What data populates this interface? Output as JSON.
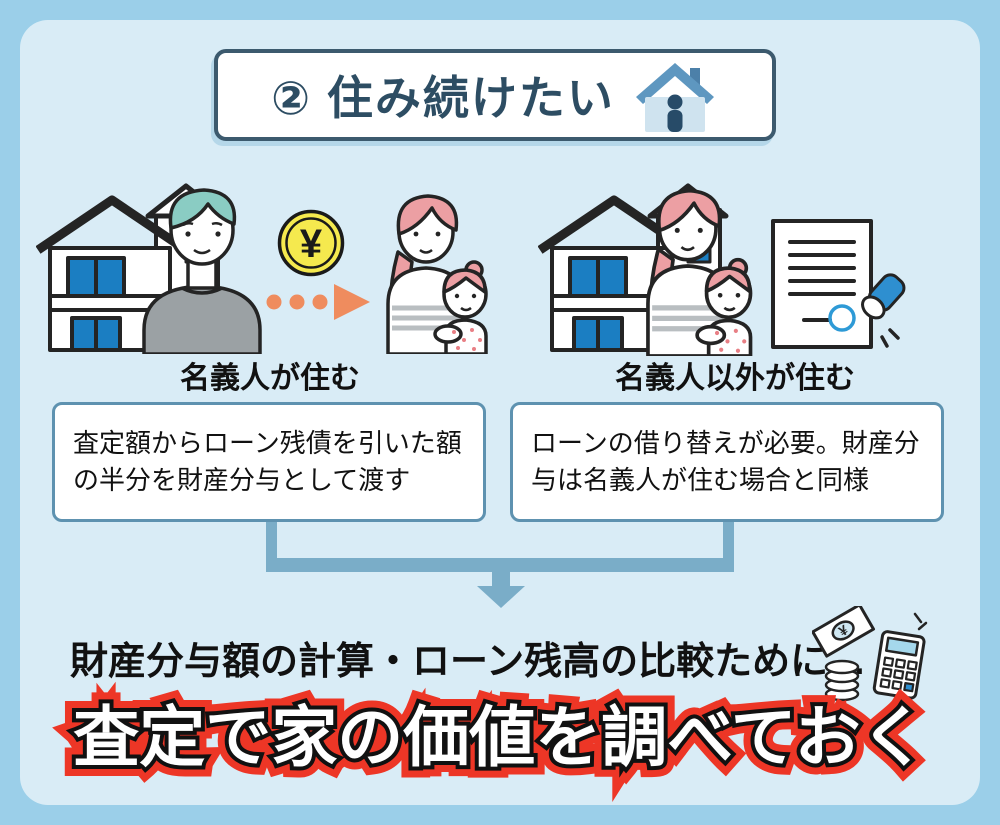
{
  "header": {
    "title": "② 住み続けたい"
  },
  "scenarios": [
    {
      "caption": "名義人が住む",
      "detail": "査定額からローン残債を引いた額の半分を財産分与として渡す"
    },
    {
      "caption": "名義人以外が住む",
      "detail": "ローンの借り替えが必要。財産分与は名義人が住む場合と同様"
    }
  ],
  "conclusion": {
    "lead": "財産分与額の計算・ローン残高の比較ために…",
    "banner": "査定で家の価値を調べておく"
  },
  "icons": {
    "header_icon": "house-with-person-icon",
    "yen_symbol": "¥",
    "money_icon": "money-and-calculator-icon"
  },
  "colors": {
    "frame": "#9bcfe9",
    "panel": "#d9ecf6",
    "header_ink": "#2d4d63",
    "note_border": "#5e92b0",
    "connector": "#7aadc8",
    "banner_red": "#ed3626",
    "coin_yellow": "#f5e94e",
    "arrow_orange": "#ef8c5e",
    "window_blue": "#1b7ec2"
  }
}
